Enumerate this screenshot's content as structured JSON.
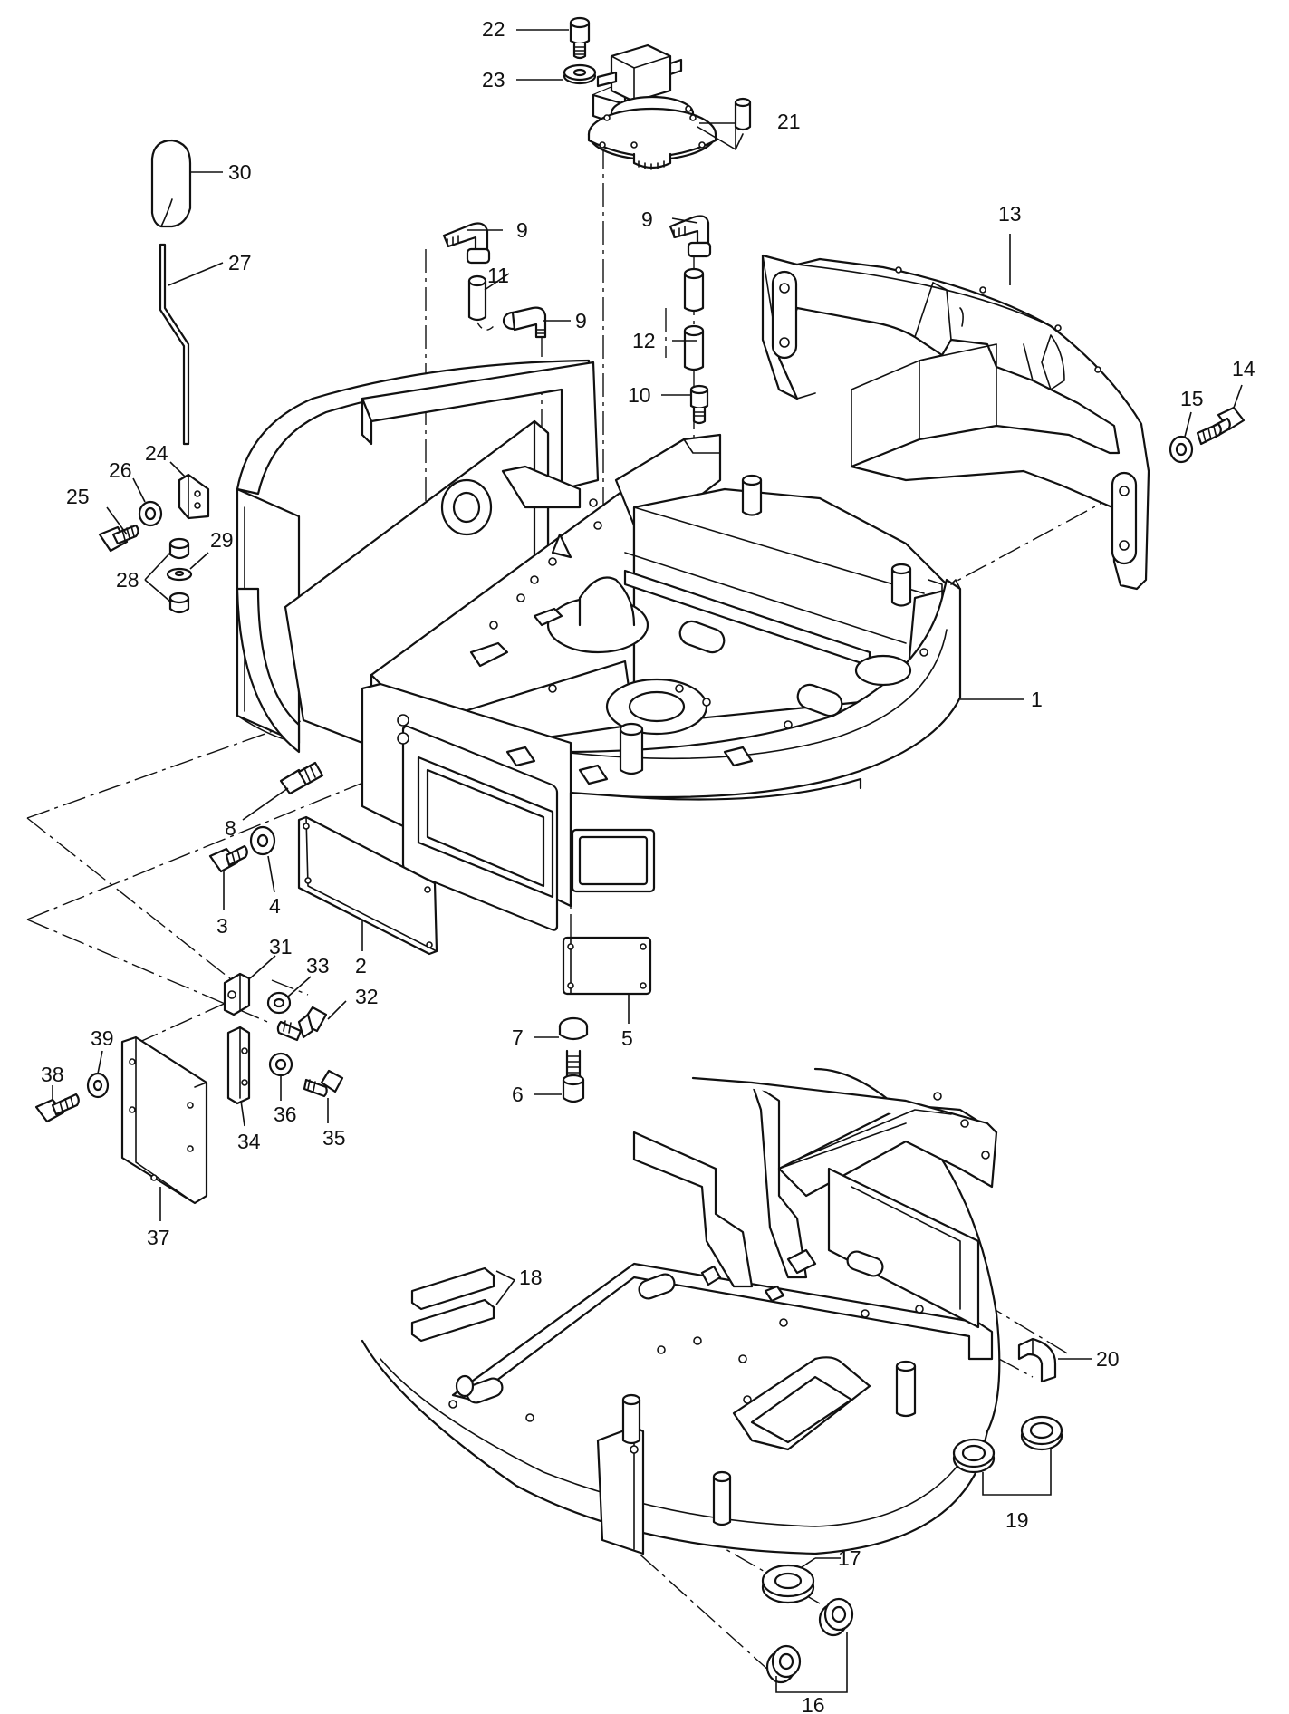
{
  "labels": [
    {
      "id": "1",
      "text": "1"
    },
    {
      "id": "2",
      "text": "2"
    },
    {
      "id": "3",
      "text": "3"
    },
    {
      "id": "4",
      "text": "4"
    },
    {
      "id": "5",
      "text": "5"
    },
    {
      "id": "6",
      "text": "6"
    },
    {
      "id": "7",
      "text": "7"
    },
    {
      "id": "8",
      "text": "8"
    },
    {
      "id": "9a",
      "text": "9"
    },
    {
      "id": "9b",
      "text": "9"
    },
    {
      "id": "9c",
      "text": "9"
    },
    {
      "id": "10",
      "text": "10"
    },
    {
      "id": "11",
      "text": "11"
    },
    {
      "id": "12",
      "text": "12"
    },
    {
      "id": "13",
      "text": "13"
    },
    {
      "id": "14",
      "text": "14"
    },
    {
      "id": "15",
      "text": "15"
    },
    {
      "id": "16",
      "text": "16"
    },
    {
      "id": "17",
      "text": "17"
    },
    {
      "id": "18",
      "text": "18"
    },
    {
      "id": "19",
      "text": "19"
    },
    {
      "id": "20",
      "text": "20"
    },
    {
      "id": "21",
      "text": "21"
    },
    {
      "id": "22",
      "text": "22"
    },
    {
      "id": "23",
      "text": "23"
    },
    {
      "id": "24",
      "text": "24"
    },
    {
      "id": "25",
      "text": "25"
    },
    {
      "id": "26",
      "text": "26"
    },
    {
      "id": "27",
      "text": "27"
    },
    {
      "id": "28",
      "text": "28"
    },
    {
      "id": "29",
      "text": "29"
    },
    {
      "id": "30",
      "text": "30"
    },
    {
      "id": "31",
      "text": "31"
    },
    {
      "id": "32",
      "text": "32"
    },
    {
      "id": "33",
      "text": "33"
    },
    {
      "id": "34",
      "text": "34"
    },
    {
      "id": "35",
      "text": "35"
    },
    {
      "id": "36",
      "text": "36"
    },
    {
      "id": "37",
      "text": "37"
    },
    {
      "id": "38",
      "text": "38"
    },
    {
      "id": "39",
      "text": "39"
    }
  ]
}
